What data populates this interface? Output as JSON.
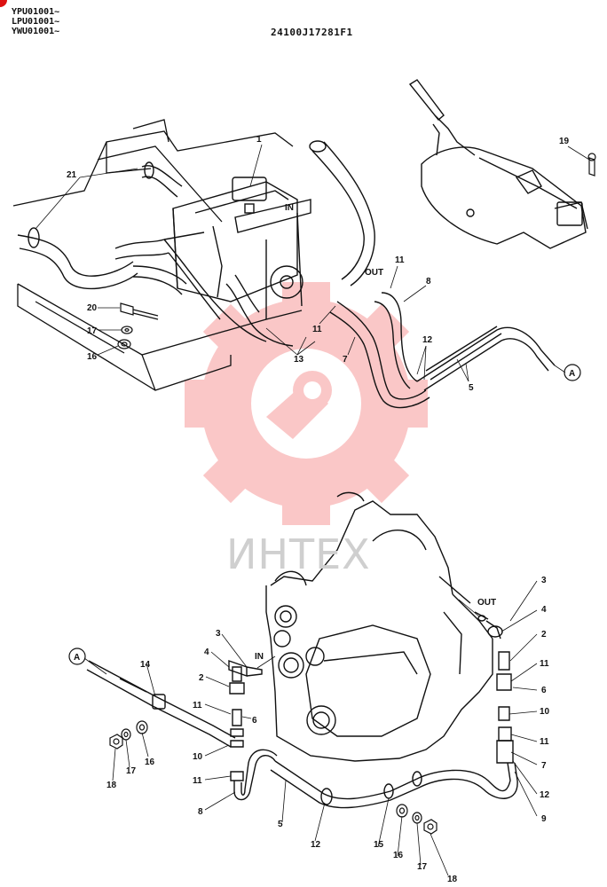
{
  "header": {
    "serials": [
      "YPU01001~",
      "LPU01001~",
      "YWU01001~"
    ],
    "drawing_code": "24100J17281F1"
  },
  "watermark": {
    "text": "ИНТЕХ"
  },
  "labels": {
    "in": "IN",
    "out": "OUT",
    "ref_a": "A"
  },
  "top_parts": {
    "p1": "1",
    "p21": "21",
    "p20": "20",
    "p17": "17",
    "p16": "16",
    "p13": "13",
    "p11a": "11",
    "p11b": "11",
    "p7": "7",
    "p8": "8",
    "p12": "12",
    "p5": "5",
    "p19": "19"
  },
  "bottom_parts": {
    "r3": "3",
    "r4": "4",
    "r2": "2",
    "r11a": "11",
    "r6": "6",
    "r10": "10",
    "r11b": "11",
    "r7": "7",
    "r12": "12",
    "r9": "9",
    "l3": "3",
    "l4": "4",
    "l2": "2",
    "l11a": "11",
    "l6": "6",
    "l10": "10",
    "l11b": "11",
    "l8": "8",
    "l14": "14",
    "l16": "16",
    "l17": "17",
    "l18": "18",
    "b5": "5",
    "b12": "12",
    "b15": "15",
    "b16": "16",
    "b17": "17",
    "b18": "18"
  }
}
